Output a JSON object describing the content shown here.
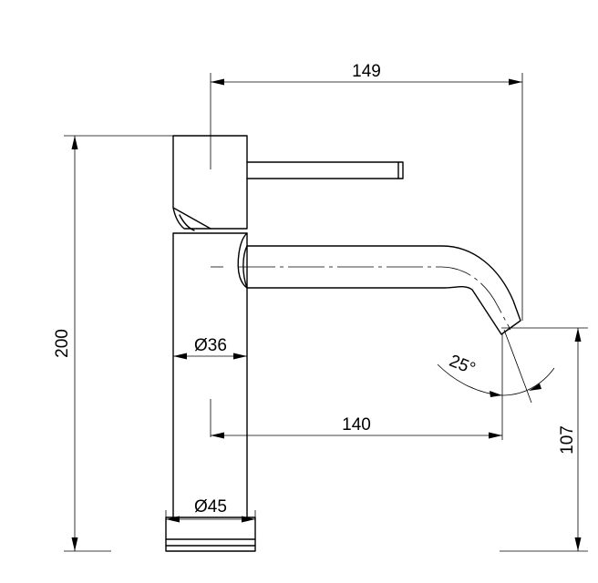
{
  "dimensions": {
    "overall_reach": "149",
    "overall_height": "200",
    "body_diameter": "Ø36",
    "base_diameter": "Ø45",
    "spout_reach": "140",
    "spout_height": "107",
    "spout_angle": "25°"
  }
}
